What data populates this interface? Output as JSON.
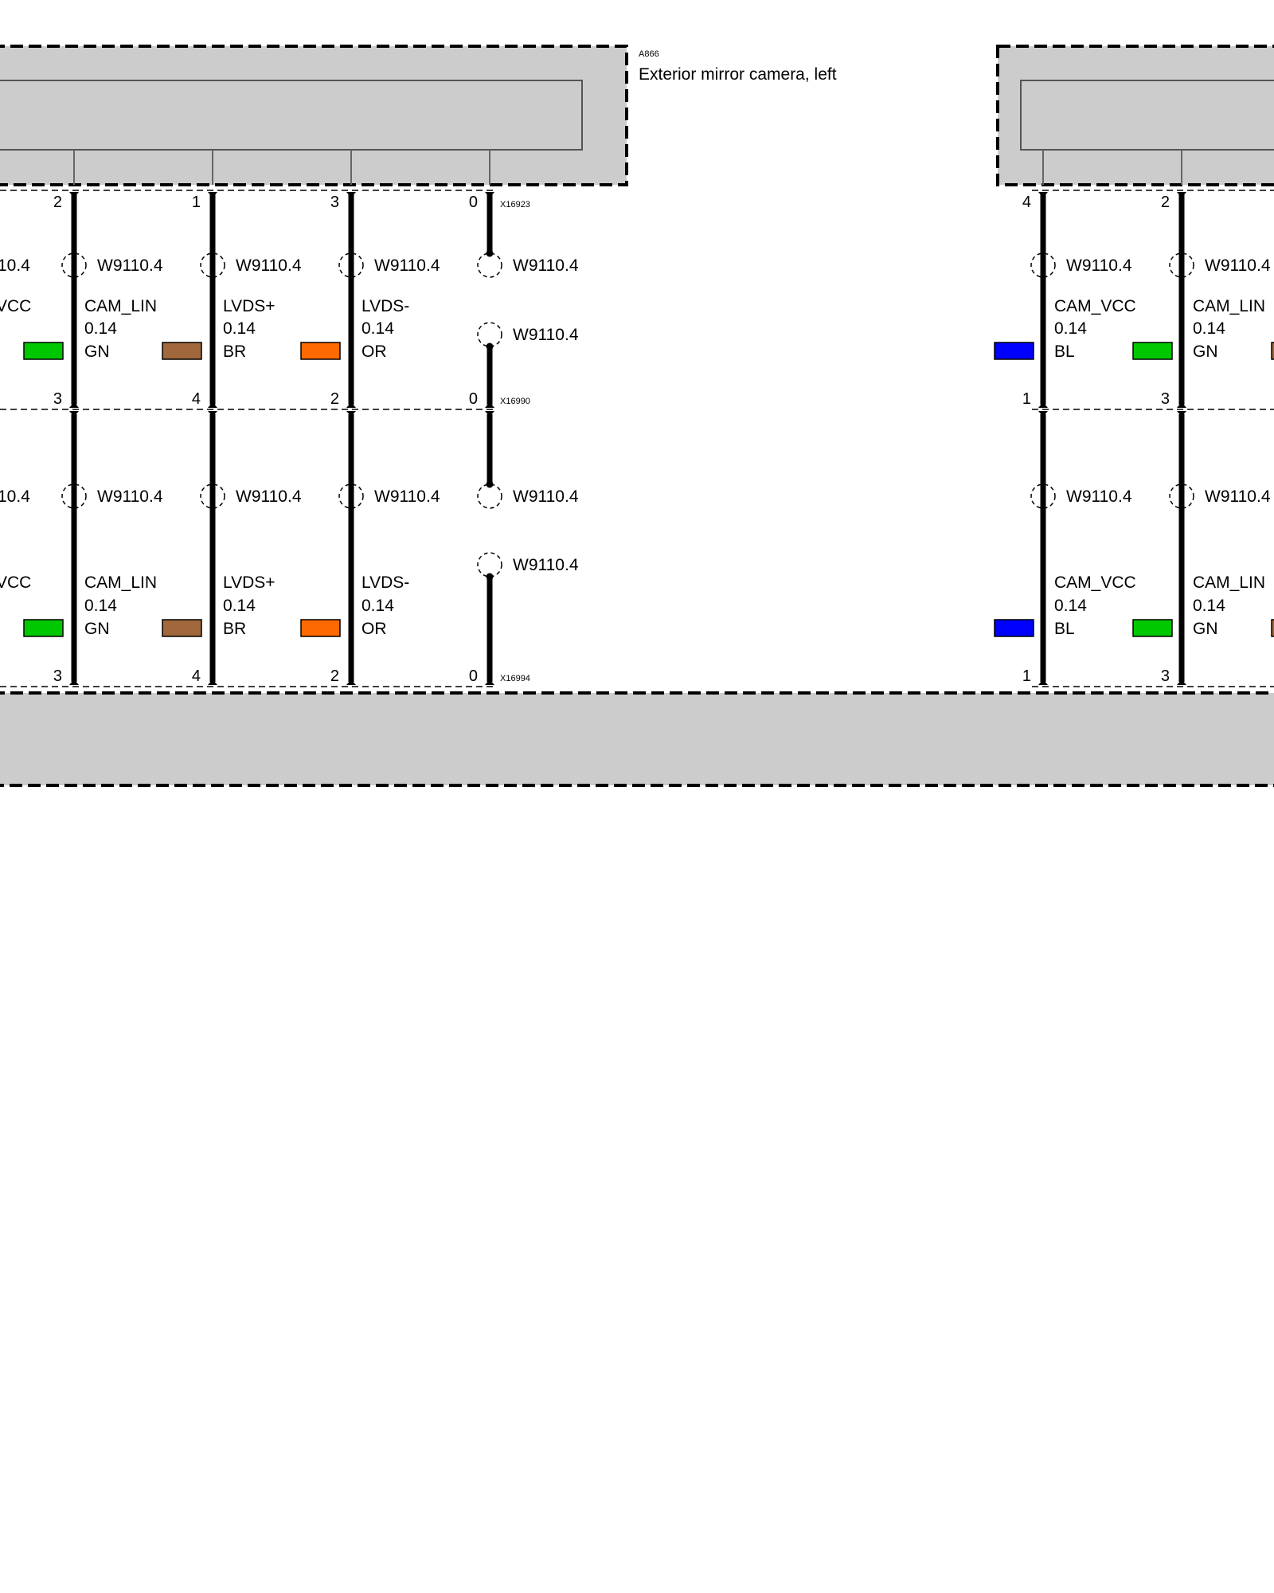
{
  "component_left": {
    "id": "A866",
    "name": "Exterior mirror camera, left"
  },
  "connectors": {
    "top": "X16923",
    "middle": "X16990",
    "bottom": "X16994"
  },
  "wire_id": "W9110.4",
  "clipped_text": {
    "wire_id_fragment": "10.4",
    "signal_fragment": "VCC"
  },
  "left_group": {
    "upper": [
      {
        "pin_top": "2",
        "pin_bottom": "3",
        "signal": "CAM_LIN",
        "size": "0.14",
        "color_code": "GN",
        "color": "#00c800"
      },
      {
        "pin_top": "1",
        "pin_bottom": "4",
        "signal": "LVDS+",
        "size": "0.14",
        "color_code": "BR",
        "color": "#a0683c"
      },
      {
        "pin_top": "3",
        "pin_bottom": "2",
        "signal": "LVDS-",
        "size": "0.14",
        "color_code": "OR",
        "color": "#ff6a00"
      },
      {
        "pin_top": "0",
        "pin_bottom": "0"
      }
    ],
    "lower": [
      {
        "pin_bottom": "3",
        "signal": "CAM_LIN",
        "size": "0.14",
        "color_code": "GN",
        "color": "#00c800"
      },
      {
        "pin_bottom": "4",
        "signal": "LVDS+",
        "size": "0.14",
        "color_code": "BR",
        "color": "#a0683c"
      },
      {
        "pin_bottom": "2",
        "signal": "LVDS-",
        "size": "0.14",
        "color_code": "OR",
        "color": "#ff6a00"
      },
      {
        "pin_bottom": "0"
      }
    ]
  },
  "right_group": {
    "upper": [
      {
        "pin_top": "4",
        "pin_bottom": "1",
        "signal": "CAM_VCC",
        "size": "0.14",
        "color_code": "BL",
        "color": "#0000ff"
      },
      {
        "pin_top": "2",
        "pin_bottom": "3",
        "signal": "CAM_LIN",
        "size": "0.14",
        "color_code": "GN",
        "color": "#00c800"
      }
    ],
    "lower": [
      {
        "pin_bottom": "1",
        "signal": "CAM_VCC",
        "size": "0.14",
        "color_code": "BL",
        "color": "#0000ff"
      },
      {
        "pin_bottom": "3",
        "signal": "CAM_LIN",
        "size": "0.14",
        "color_code": "GN",
        "color": "#00c800"
      }
    ]
  },
  "colors": {
    "module_fill": "#cccccc",
    "wire": "#000000"
  }
}
